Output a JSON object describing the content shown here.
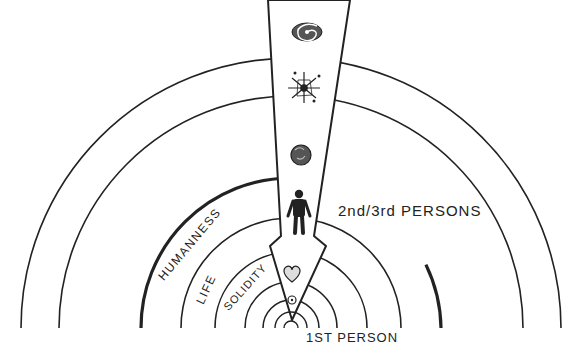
{
  "diagram": {
    "labels": [
      "HUMANNESS",
      "LIFE",
      "SOLIDITY",
      "2nd/3rd PERSONS",
      "1ST PERSON"
    ]
  }
}
